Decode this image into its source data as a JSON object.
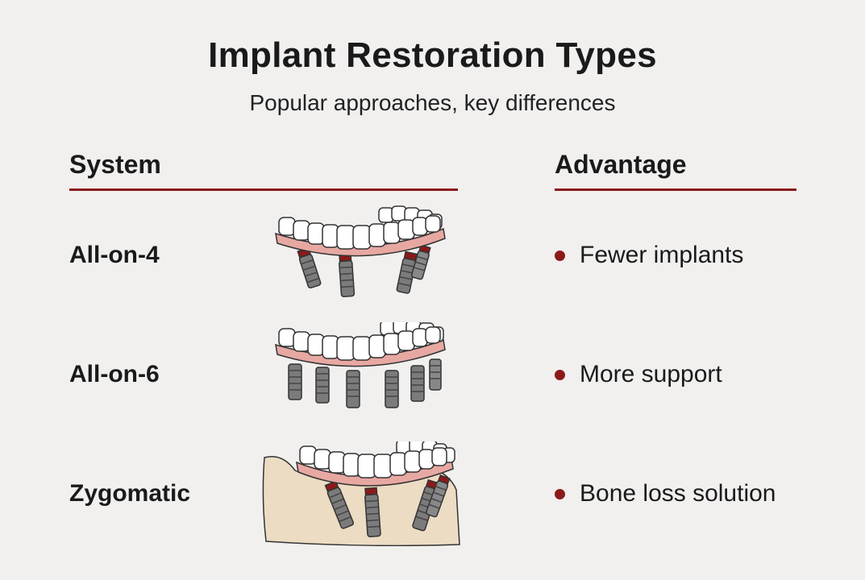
{
  "header": {
    "title": "Implant Restoration Types",
    "subtitle": "Popular approaches, key differences"
  },
  "columns": {
    "system": "System",
    "advantage": "Advantage"
  },
  "rows": [
    {
      "name": "All-on-4",
      "advantage": "Fewer implants",
      "illustration": "arch-with-4-implants"
    },
    {
      "name": "All-on-6",
      "advantage": "More support",
      "illustration": "arch-with-6-implants"
    },
    {
      "name": "Zygomatic",
      "advantage": "Bone loss solution",
      "illustration": "arch-with-zygomatic-implants-in-bone"
    }
  ],
  "colors": {
    "accent": "#8b1a1a",
    "gum": "#e7a8a2",
    "tooth": "#ffffff",
    "implant": "#7b7b7b",
    "bone": "#ecdcc4",
    "background": "#f1f0ef"
  }
}
